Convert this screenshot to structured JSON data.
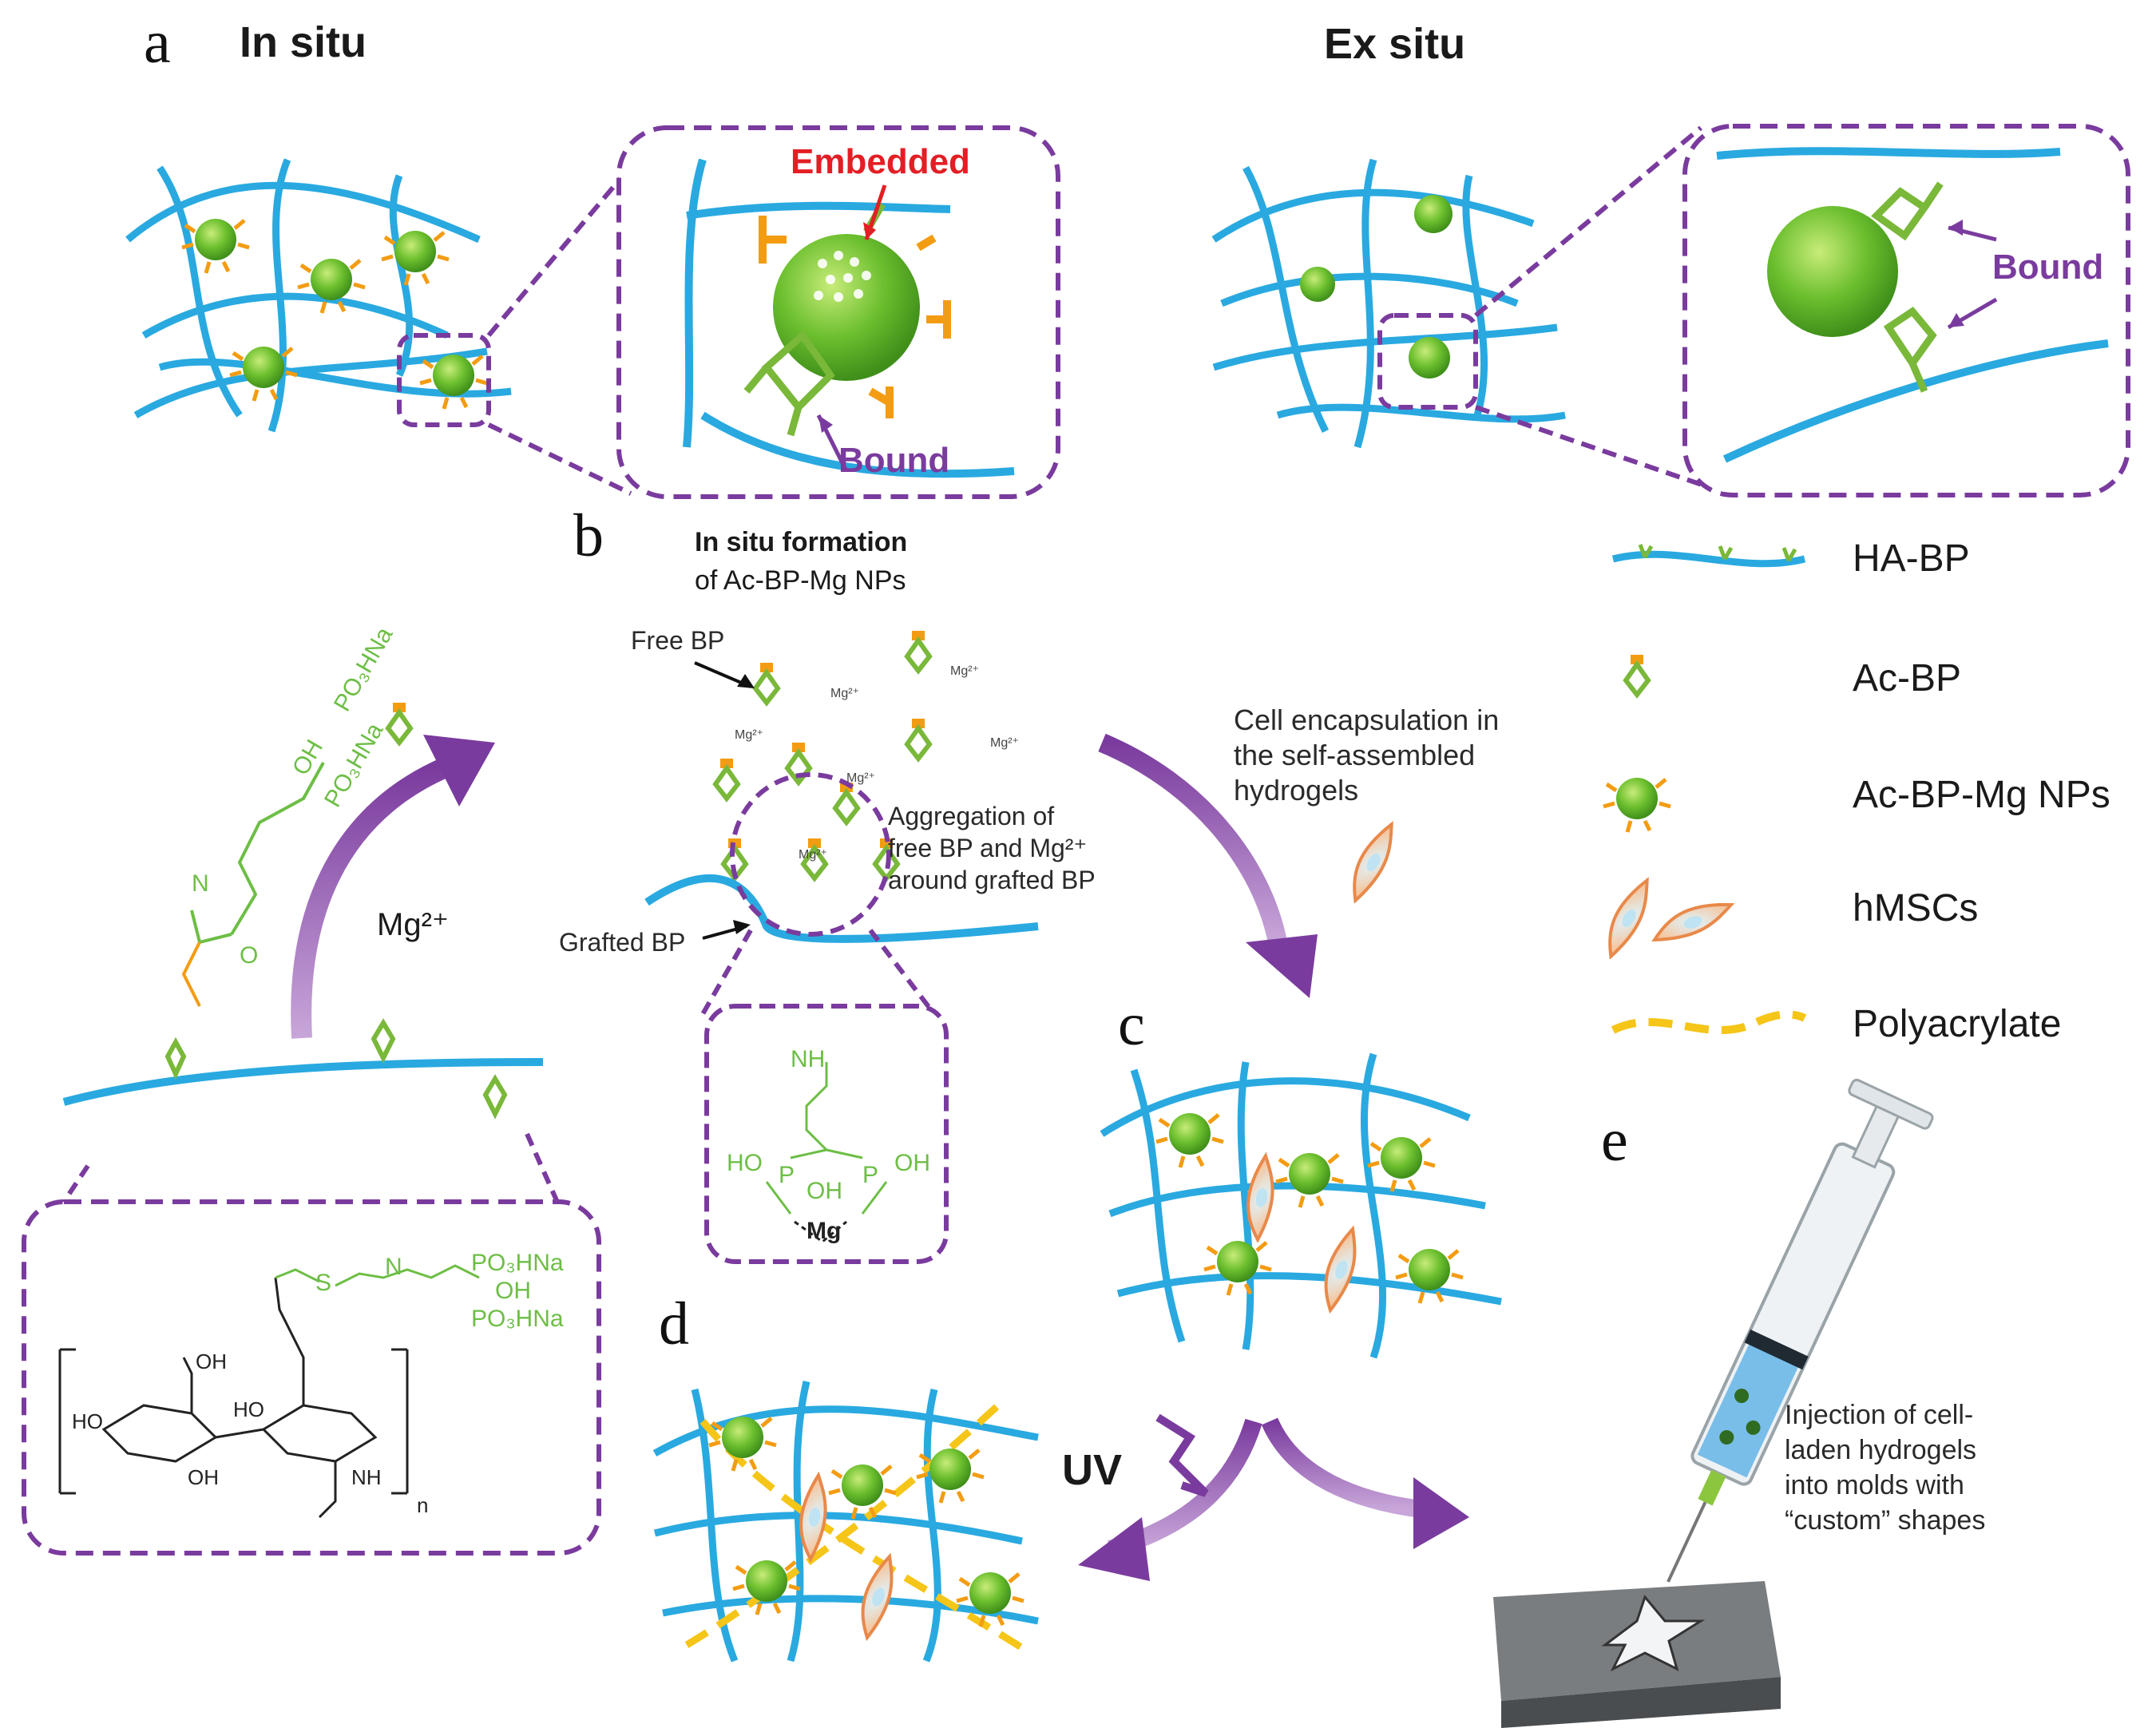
{
  "panels": {
    "a": "a",
    "b": "b",
    "c": "c",
    "d": "d",
    "e": "e"
  },
  "headings": {
    "in_situ": "In situ",
    "ex_situ": "Ex situ"
  },
  "callouts": {
    "embedded": "Embedded",
    "bound_in_situ": "Bound",
    "bound_ex_situ": "Bound"
  },
  "panel_b": {
    "title_line1": "In situ formation",
    "title_line2": "of Ac-BP-Mg NPs",
    "free_bp": "Free BP",
    "grafted_bp": "Grafted BP",
    "aggregation_line1": "Aggregation of",
    "aggregation_line2": "free BP and Mg²⁺",
    "aggregation_line3": "around grafted BP",
    "mg_label": "Mg²⁺",
    "mg_small": "Mg²⁺",
    "inset_nh": "NH",
    "inset_ho_left": "HO",
    "inset_oh_right": "OH",
    "inset_oh_mid": "OH",
    "inset_p_left": "P",
    "inset_p_right": "P",
    "inset_mg": "Mg"
  },
  "panel_left": {
    "mg_arrow": "Mg²⁺",
    "monomer_po3_top": "PO₃HNa",
    "monomer_oh": "OH",
    "monomer_po3_bottom": "PO₃HNa",
    "monomer_n": "N",
    "monomer_o": "O",
    "ha_po3_top": "PO₃HNa",
    "ha_oh": "OH",
    "ha_po3_bottom": "PO₃HNa",
    "ha_s": "S",
    "ha_n": "N",
    "ha_cooh": "OH",
    "ha_ho1": "HO",
    "ha_ho2": "HO",
    "ha_oh_ring": "OH",
    "ha_nh": "NH",
    "ha_n_sub": "n"
  },
  "panel_c": {
    "encapsulation_line1": "Cell encapsulation in",
    "encapsulation_line2": "the self-assembled",
    "encapsulation_line3": "hydrogels"
  },
  "panel_d": {
    "uv": "UV"
  },
  "panel_e": {
    "injection_line1": "Injection of cell-",
    "injection_line2": "laden hydrogels",
    "injection_line3": "into molds with",
    "injection_line4": "“custom” shapes"
  },
  "legend": [
    {
      "label": "HA-BP",
      "icon": "ha-bp-chain-icon"
    },
    {
      "label": "Ac-BP",
      "icon": "ac-bp-icon"
    },
    {
      "label": "Ac-BP-Mg NPs",
      "icon": "nanoparticle-icon"
    },
    {
      "label": "hMSCs",
      "icon": "cell-icon"
    },
    {
      "label": "Polyacrylate",
      "icon": "polyacrylate-dash-icon"
    }
  ],
  "colors": {
    "polymer_blue": "#29a9e0",
    "bp_green": "#7ab83a",
    "particle_green": "#6cbf2e",
    "acrylate_orange": "#f39c12",
    "purple": "#7a3b9e",
    "red": "#e31e24",
    "polyacrylate_yellow": "#f5c518",
    "cell_orange": "#e8894a"
  }
}
